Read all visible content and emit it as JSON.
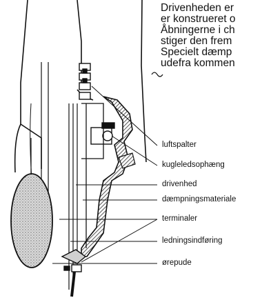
{
  "intro_text": [
    "Drivenheden er",
    "er konstrueret o",
    "Åbningerne i ch",
    "stiger den frem",
    "Specielt dæmp",
    "udefra kommen"
  ],
  "labels": [
    {
      "id": "luftspalter",
      "text": "luftspalter"
    },
    {
      "id": "kugleledsophaeng",
      "text": "kugleledsophæng"
    },
    {
      "id": "drivenhed",
      "text": "drivenhed"
    },
    {
      "id": "daempningsmateriale",
      "text": "dæmpningsmateriale"
    },
    {
      "id": "terminaler",
      "text": "terminaler"
    },
    {
      "id": "ledningsindforing",
      "text": "ledningsindføring"
    },
    {
      "id": "orepude",
      "text": "ørepude"
    }
  ],
  "colors": {
    "ink": "#111111",
    "hatch": "#6f6f6f",
    "pad": "#c8c8c8",
    "background": "#ffffff"
  }
}
